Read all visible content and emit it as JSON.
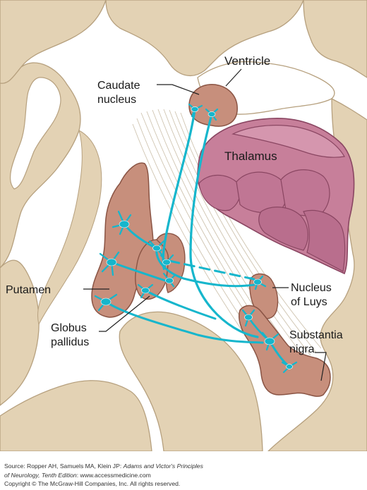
{
  "labels": {
    "ventricle": "Ventricle",
    "caudate_line1": "Caudate",
    "caudate_line2": "nucleus",
    "thalamus": "Thalamus",
    "putamen": "Putamen",
    "globus_line1": "Globus",
    "globus_line2": "pallidus",
    "luys_line1": "Nucleus",
    "luys_line2": "of Luys",
    "nigra_line1": "Substantia",
    "nigra_line2": "nigra"
  },
  "credits": {
    "source_prefix": "Source: Ropper AH, Samuels MA, Klein JP: ",
    "source_title_part1": "Adams and Victor's Principles",
    "source_title_part2": "of Neurology, Tenth Edition",
    "source_suffix": ": www.accessmedicine.com",
    "copyright": "Copyright © The McGraw-Hill Companies, Inc. All rights reserved."
  },
  "colors": {
    "background_tissue": "#e3d2b4",
    "tissue_outline": "#b6a07e",
    "white_matter": "#ffffff",
    "gray_nucleus": "#c78f7c",
    "nucleus_outline": "#8a5444",
    "thalamus": "#c77f9a",
    "thalamus_outline": "#8a4662",
    "fibers": "#16b6cc"
  }
}
